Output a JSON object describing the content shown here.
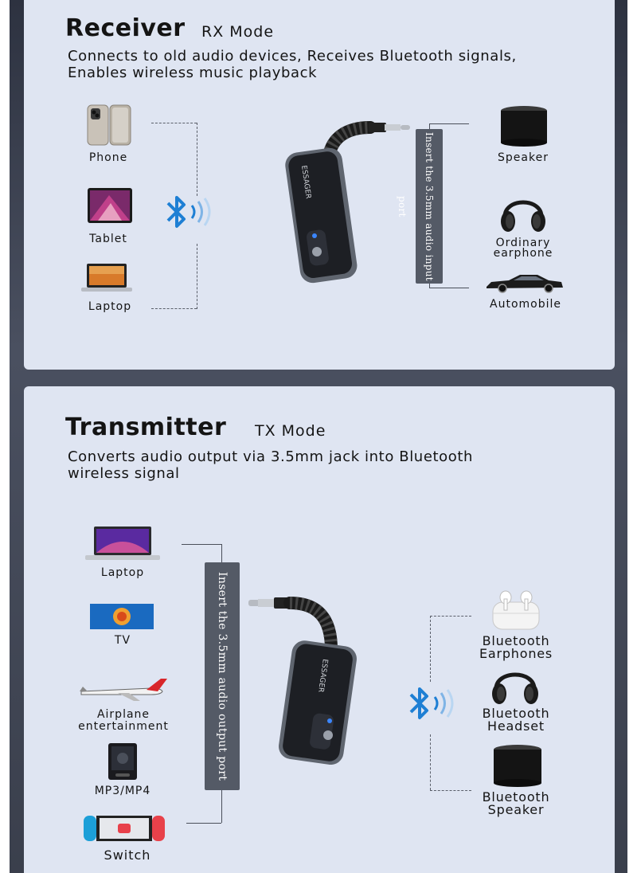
{
  "receiver": {
    "title": "Receiver",
    "mode": "RX Mode",
    "desc_line1": "Connects to old audio devices, Receives Bluetooth signals,",
    "desc_line2": "Enables wireless music playback",
    "port_label": "Insert the 3.5mm audio input port",
    "brand": "ESSAGER",
    "sources": [
      {
        "label": "Phone",
        "icon": "phone-icon"
      },
      {
        "label": "Tablet",
        "icon": "tablet-icon"
      },
      {
        "label": "Laptop",
        "icon": "laptop-icon"
      }
    ],
    "outputs": [
      {
        "label": "Speaker",
        "icon": "speaker-icon"
      },
      {
        "label_line1": "Ordinary",
        "label_line2": "earphone",
        "icon": "headphones-icon"
      },
      {
        "label": "Automobile",
        "icon": "car-icon"
      }
    ]
  },
  "transmitter": {
    "title": "Transmitter",
    "mode": "TX Mode",
    "desc_line1": "Converts audio output via 3.5mm jack into Bluetooth",
    "desc_line2": "wireless signal",
    "port_label": "Insert the 3.5mm audio output port",
    "brand": "ESSAGER",
    "sources": [
      {
        "label": "Laptop",
        "icon": "laptop-icon"
      },
      {
        "label": "TV",
        "icon": "tv-icon"
      },
      {
        "label_line1": "Airplane",
        "label_line2": "entertainment",
        "icon": "airplane-icon"
      },
      {
        "label": "MP3/MP4",
        "icon": "mp3-player-icon"
      },
      {
        "label": "Switch",
        "icon": "game-console-icon"
      }
    ],
    "outputs": [
      {
        "label_line1": "Bluetooth",
        "label_line2": "Earphones",
        "icon": "earbuds-icon"
      },
      {
        "label_line1": "Bluetooth",
        "label_line2": "Headset",
        "icon": "headphones-icon"
      },
      {
        "label_line1": "Bluetooth",
        "label_line2": "Speaker",
        "icon": "speaker-icon"
      }
    ]
  },
  "colors": {
    "panel_bg": "#dfe5f2",
    "frame_bg": "#3a3f4c",
    "bluetooth_blue": "#1e7fd4",
    "port_bar_bg": "#545a66"
  }
}
